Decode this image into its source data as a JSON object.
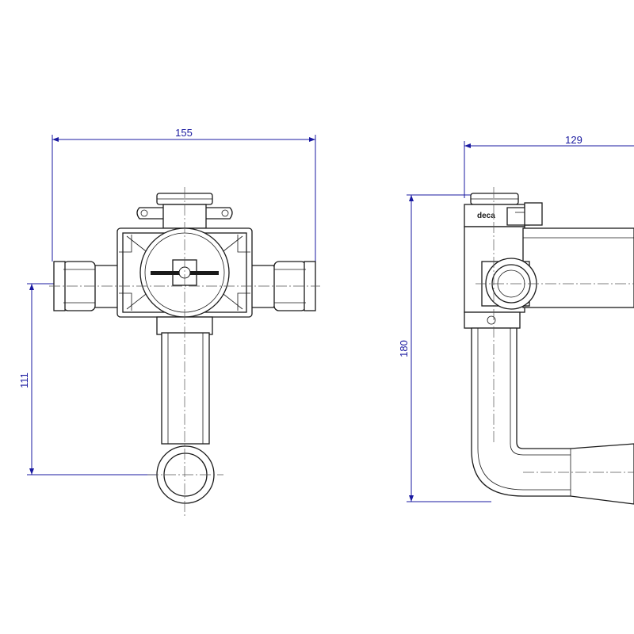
{
  "dimensions": {
    "front_width": "155",
    "front_height": "111",
    "side_width": "129",
    "side_height": "180"
  },
  "logo_text": "deca",
  "colors": {
    "dimension": "#1a1aa0",
    "outline": "#1a1a1a",
    "background": "#ffffff"
  }
}
